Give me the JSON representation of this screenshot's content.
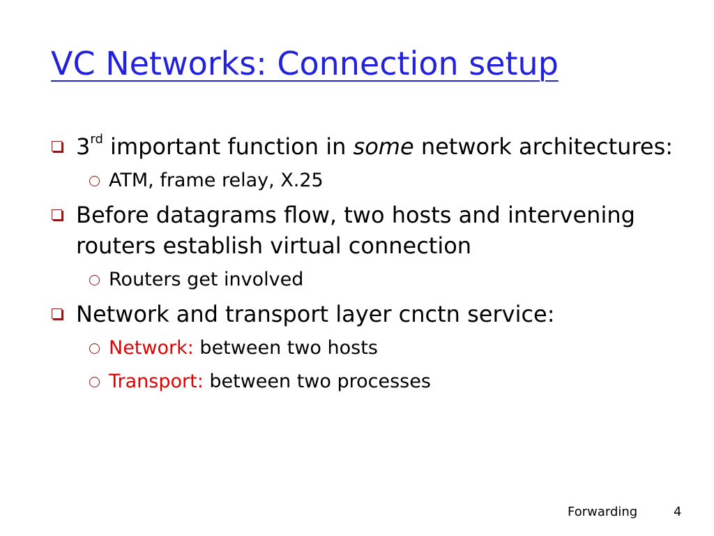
{
  "slide": {
    "title": "VC Networks: Connection setup",
    "bullets": [
      {
        "number": "3",
        "ordinal": "rd",
        "text_before": " important function in ",
        "emphasis": "some",
        "text_after": " network architectures:",
        "sub": [
          {
            "text": "ATM, frame relay, X.25"
          }
        ]
      },
      {
        "text": "Before datagrams flow, two hosts and intervening routers establish virtual connection",
        "sub": [
          {
            "text": "Routers get involved"
          }
        ]
      },
      {
        "text": "Network and transport layer cnctn service:",
        "sub": [
          {
            "label": "Network:",
            "text": " between two hosts"
          },
          {
            "label": "Transport:",
            "text": " between two processes"
          }
        ]
      }
    ],
    "footer": {
      "label": "Forwarding",
      "page": "4"
    },
    "colors": {
      "title": "#2222dd",
      "bullet": "#8b1a1a",
      "highlight": "#e00000"
    }
  }
}
